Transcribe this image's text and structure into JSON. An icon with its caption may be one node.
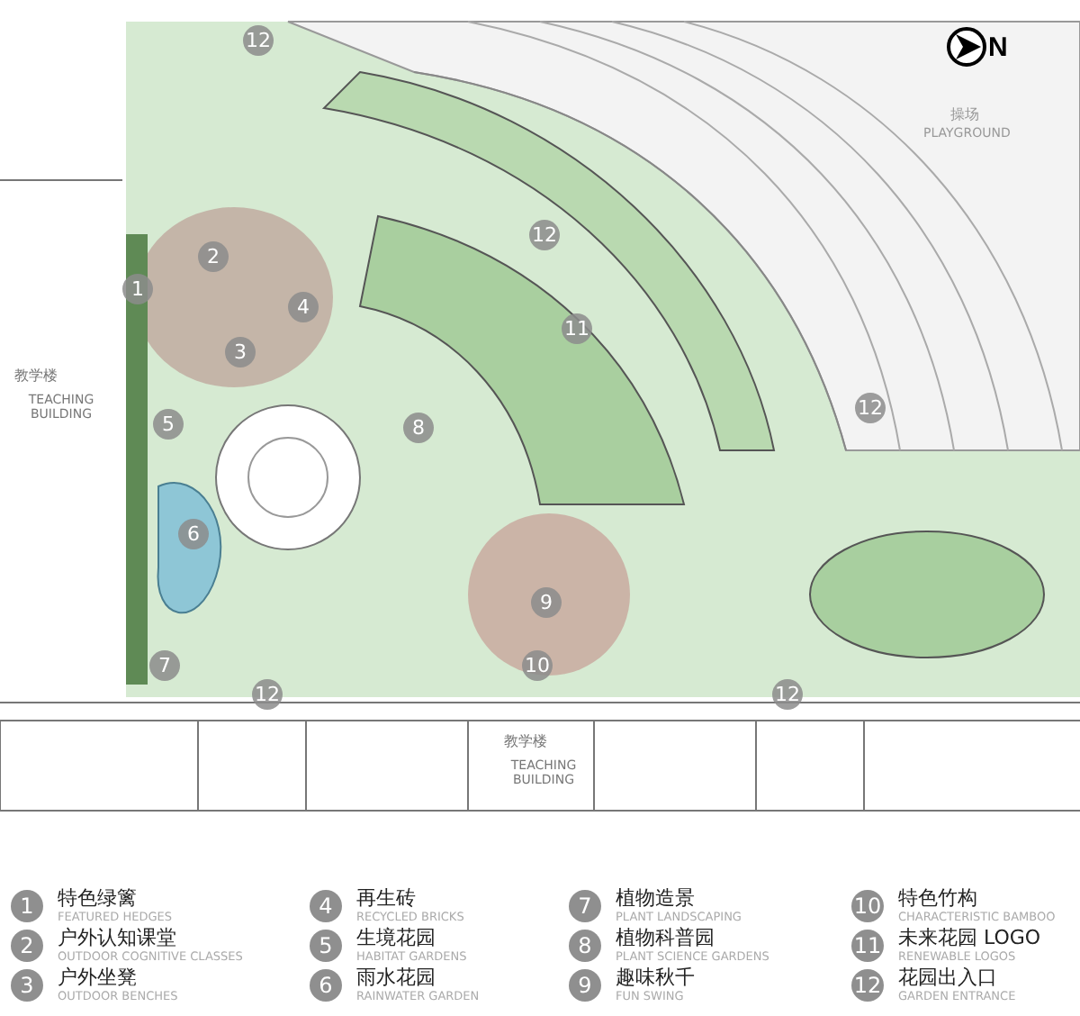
{
  "diagram": {
    "labels": [
      "12",
      "N",
      "操场",
      "PLAYGROUND",
      "1",
      "2",
      "12",
      "4",
      "11",
      "3",
      "教学楼",
      "TEACHING BUILDING",
      "5",
      "8",
      "12",
      "6",
      "9",
      "7",
      "10",
      "12",
      "12",
      "教学楼",
      "TEACHING BUILDING",
      "1",
      "特色绿篱",
      "FEATURED HEDGES",
      "4",
      "再生砖",
      "RECYCLED BRICKS",
      "7",
      "植物造景",
      "PLANT LANDSCAPING",
      "10",
      "特色竹构",
      "CHARACTERISTIC BAMBOO",
      "2",
      "户外认知课堂",
      "OUTDOOR COGNITIVE CLASSES",
      "5",
      "生境花园",
      "HABITAT GARDENS",
      "8",
      "植物科普园",
      "PLANT SCIENCE GARDENS",
      "11",
      "未来花园 LOGO",
      "RENEWABLE LOGOS",
      "3",
      "户外坐凳",
      "OUTDOOR BENCHES",
      "6",
      "雨水花园",
      "RAINWATER GARDEN",
      "9",
      "趣味秋千",
      "FUN SWING",
      "12",
      "花园出入口",
      "GARDEN ENTRANCE"
    ]
  }
}
